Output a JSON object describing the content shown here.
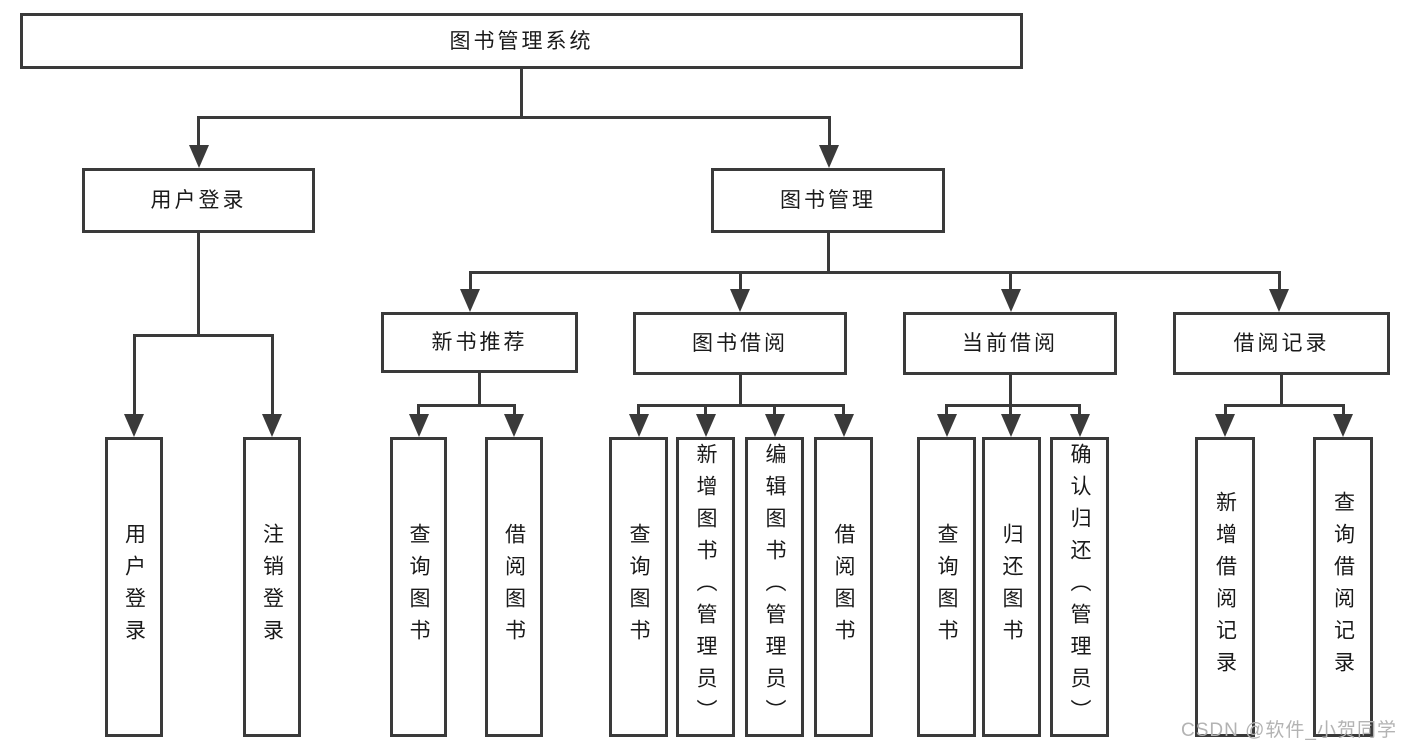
{
  "diagram": {
    "root": {
      "label": "图书管理系统"
    },
    "branches": [
      {
        "label": "用户登录",
        "children": [
          {
            "label": "用户登录"
          },
          {
            "label": "注销登录"
          }
        ]
      },
      {
        "label": "图书管理",
        "children": [
          {
            "label": "新书推荐",
            "children": [
              {
                "label": "查询图书"
              },
              {
                "label": "借阅图书"
              }
            ]
          },
          {
            "label": "图书借阅",
            "children": [
              {
                "label": "查询图书"
              },
              {
                "label": "新增图书（管理员）"
              },
              {
                "label": "编辑图书（管理员）"
              },
              {
                "label": "借阅图书"
              }
            ]
          },
          {
            "label": "当前借阅",
            "children": [
              {
                "label": "查询图书"
              },
              {
                "label": "归还图书"
              },
              {
                "label": "确认归还（管理员）"
              }
            ]
          },
          {
            "label": "借阅记录",
            "children": [
              {
                "label": "新增借阅记录"
              },
              {
                "label": "查询借阅记录"
              }
            ]
          }
        ]
      }
    ],
    "watermark": "CSDN @软件_小贺同学",
    "colors": {
      "line": "#3a3a3a",
      "text": "#1a1a1a",
      "watermark": "#b3b3b3",
      "background": "#ffffff"
    }
  }
}
